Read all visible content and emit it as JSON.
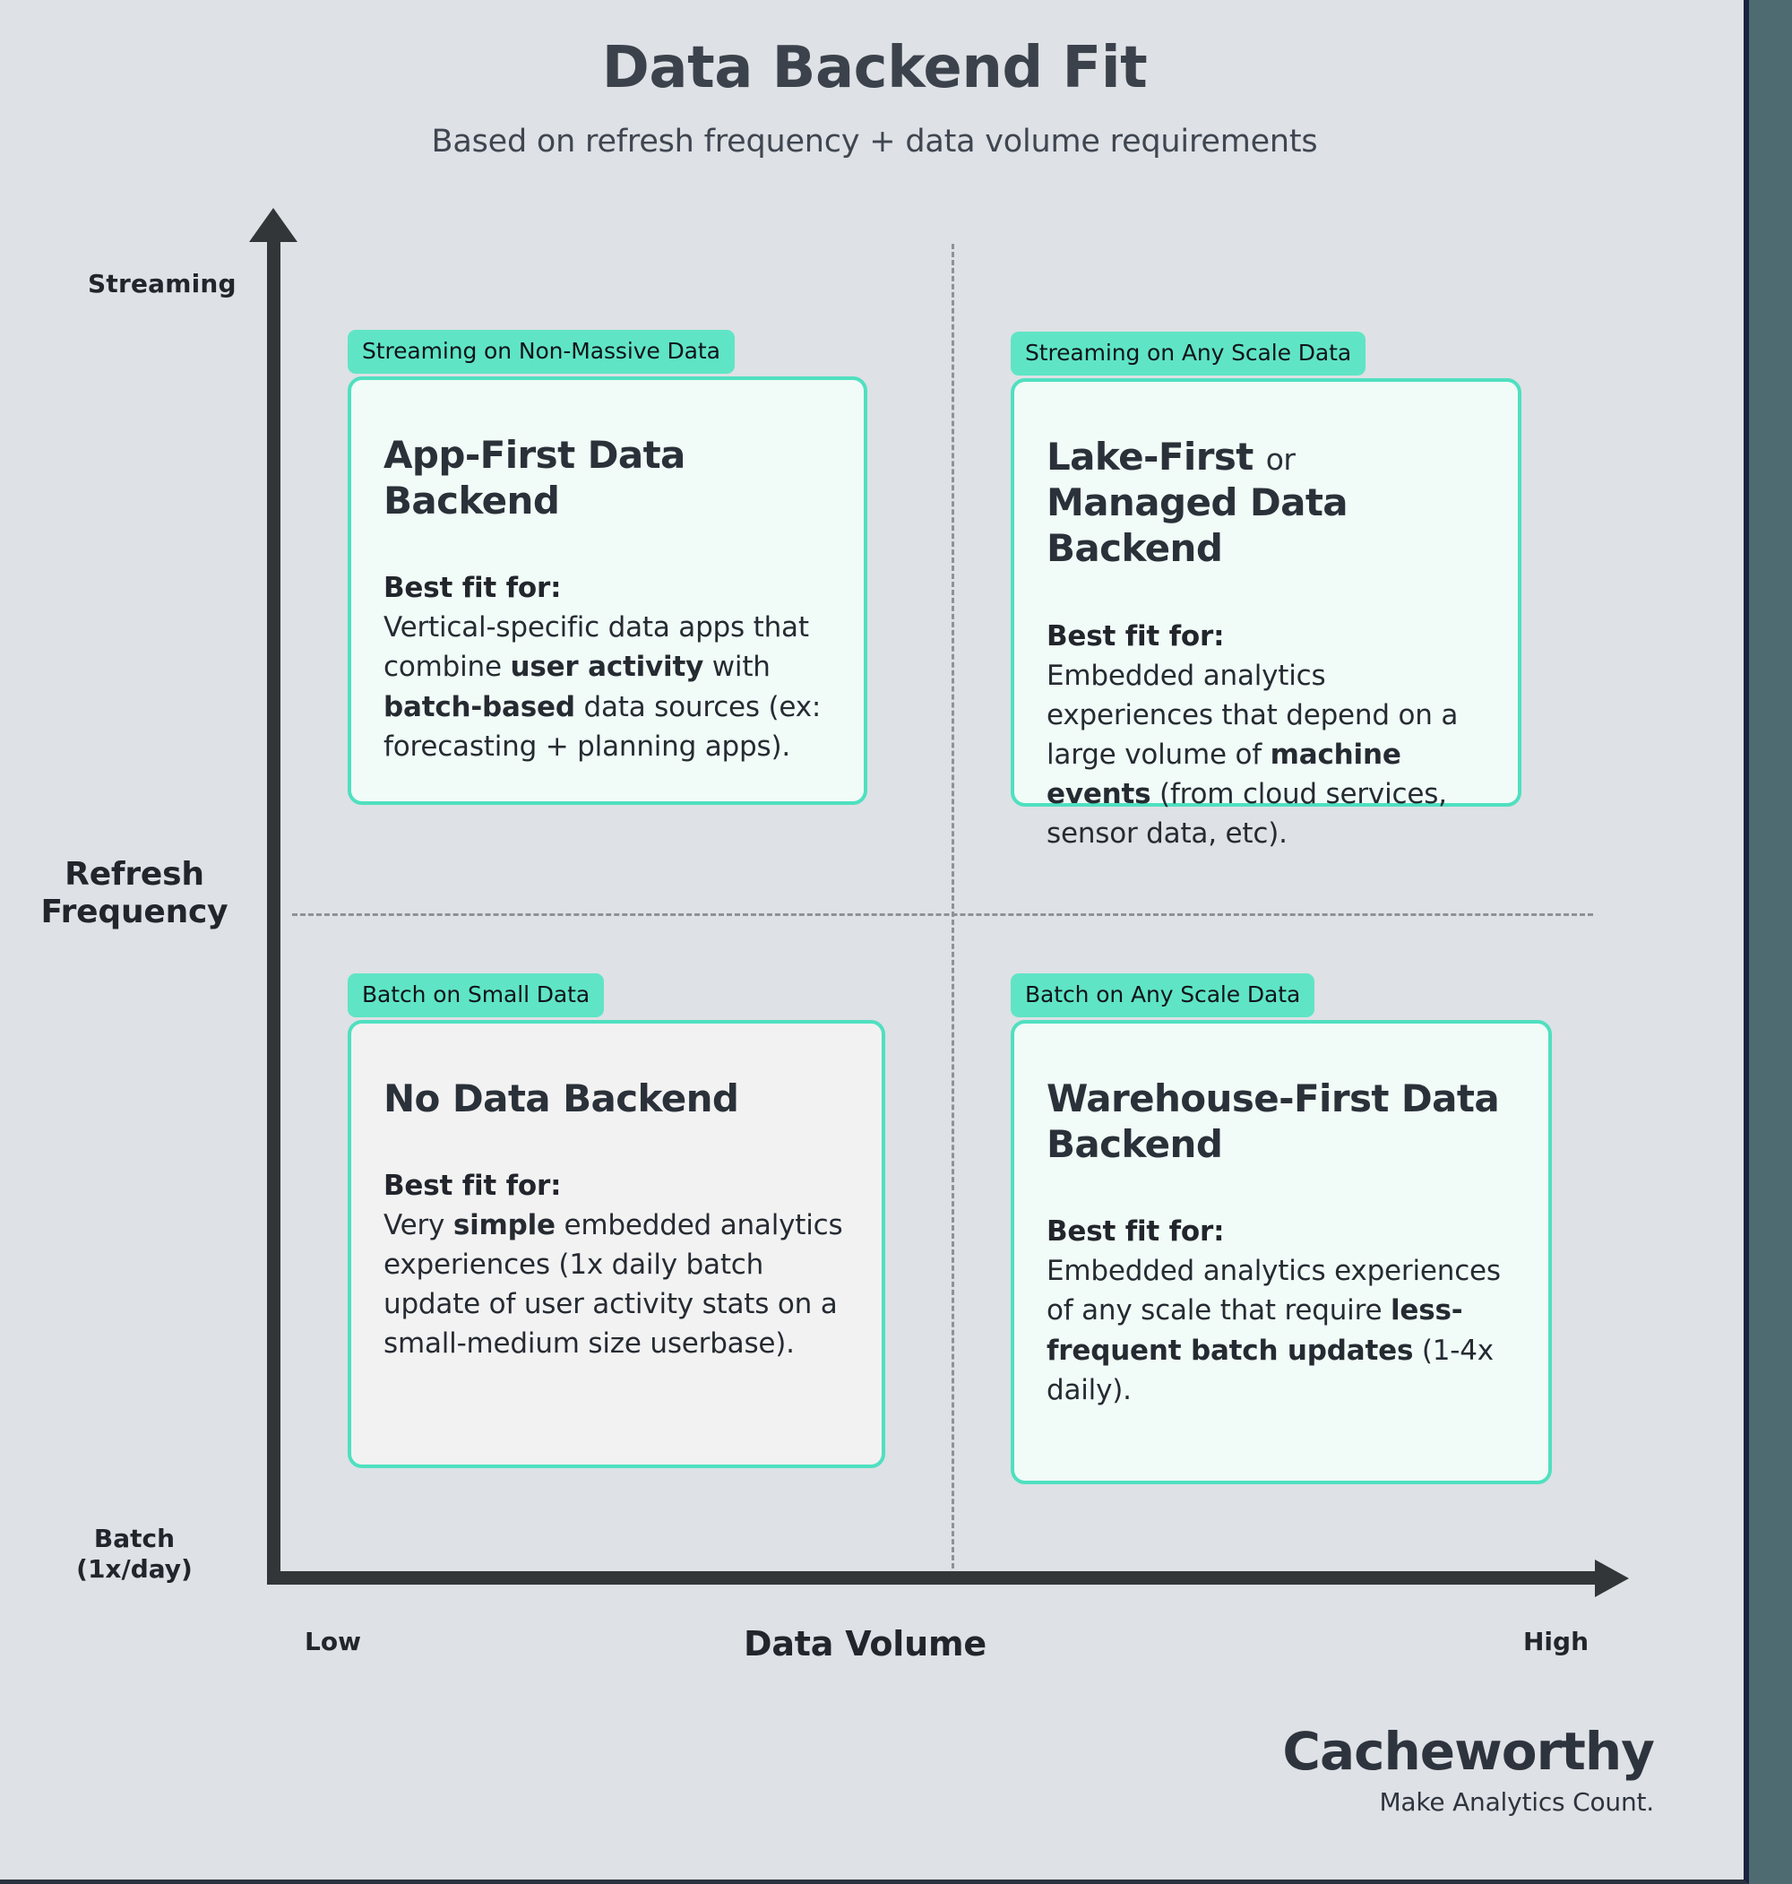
{
  "header": {
    "title": "Data Backend Fit",
    "subtitle": "Based on refresh frequency + data volume requirements"
  },
  "axes": {
    "y_label": "Refresh\nFrequency",
    "y_label_line1": "Refresh",
    "y_label_line2": "Frequency",
    "y_top_tick": "Streaming",
    "y_bottom_tick_line1": "Batch",
    "y_bottom_tick_line2": "(1x/day)",
    "x_label": "Data Volume",
    "x_low_tick": "Low",
    "x_high_tick": "High"
  },
  "quadrants": {
    "top_left": {
      "badge": "Streaming on Non-Massive Data",
      "title": "App-First Data Backend",
      "bestfit_label": "Best fit for:",
      "body_pre": "Vertical-specific data apps that combine ",
      "body_bold1": "user activity",
      "body_mid": " with ",
      "body_bold2": "batch-based",
      "body_post": " data sources (ex: forecasting + planning apps)."
    },
    "top_right": {
      "badge": "Streaming on Any Scale Data",
      "title_part1": "Lake-First",
      "title_conjunction": "or",
      "title_part2": "Managed Data Backend",
      "bestfit_label": "Best fit for:",
      "body_pre": "Embedded analytics experiences that depend on a large volume of ",
      "body_bold1": "machine events",
      "body_post": " (from cloud services, sensor data, etc)."
    },
    "bottom_left": {
      "badge": "Batch on Small Data",
      "title": "No Data Backend",
      "bestfit_label": "Best fit for:",
      "body_pre": "Very ",
      "body_bold1": "simple",
      "body_post": " embedded analytics experiences (1x daily batch update of user activity stats on a small-medium size userbase)."
    },
    "bottom_right": {
      "badge": "Batch on Any Scale Data",
      "title": "Warehouse-First Data Backend",
      "bestfit_label": "Best fit for:",
      "body_pre": "Embedded analytics experiences of any scale that require ",
      "body_bold1": "less-frequent batch updates",
      "body_post": " (1-4x daily)."
    }
  },
  "footer": {
    "logo_name": "Cacheworthy",
    "logo_tagline": "Make Analytics Count."
  },
  "colors": {
    "background": "#dee1e5",
    "accent_mint": "#5fe5c5",
    "card_border": "#4fe0c0",
    "card_fill_mint": "#f1fbf7",
    "card_fill_grey": "#f2f2f3",
    "text_dark": "#2b3139",
    "axis": "#333638",
    "edge_strip": "#4e6b71"
  }
}
